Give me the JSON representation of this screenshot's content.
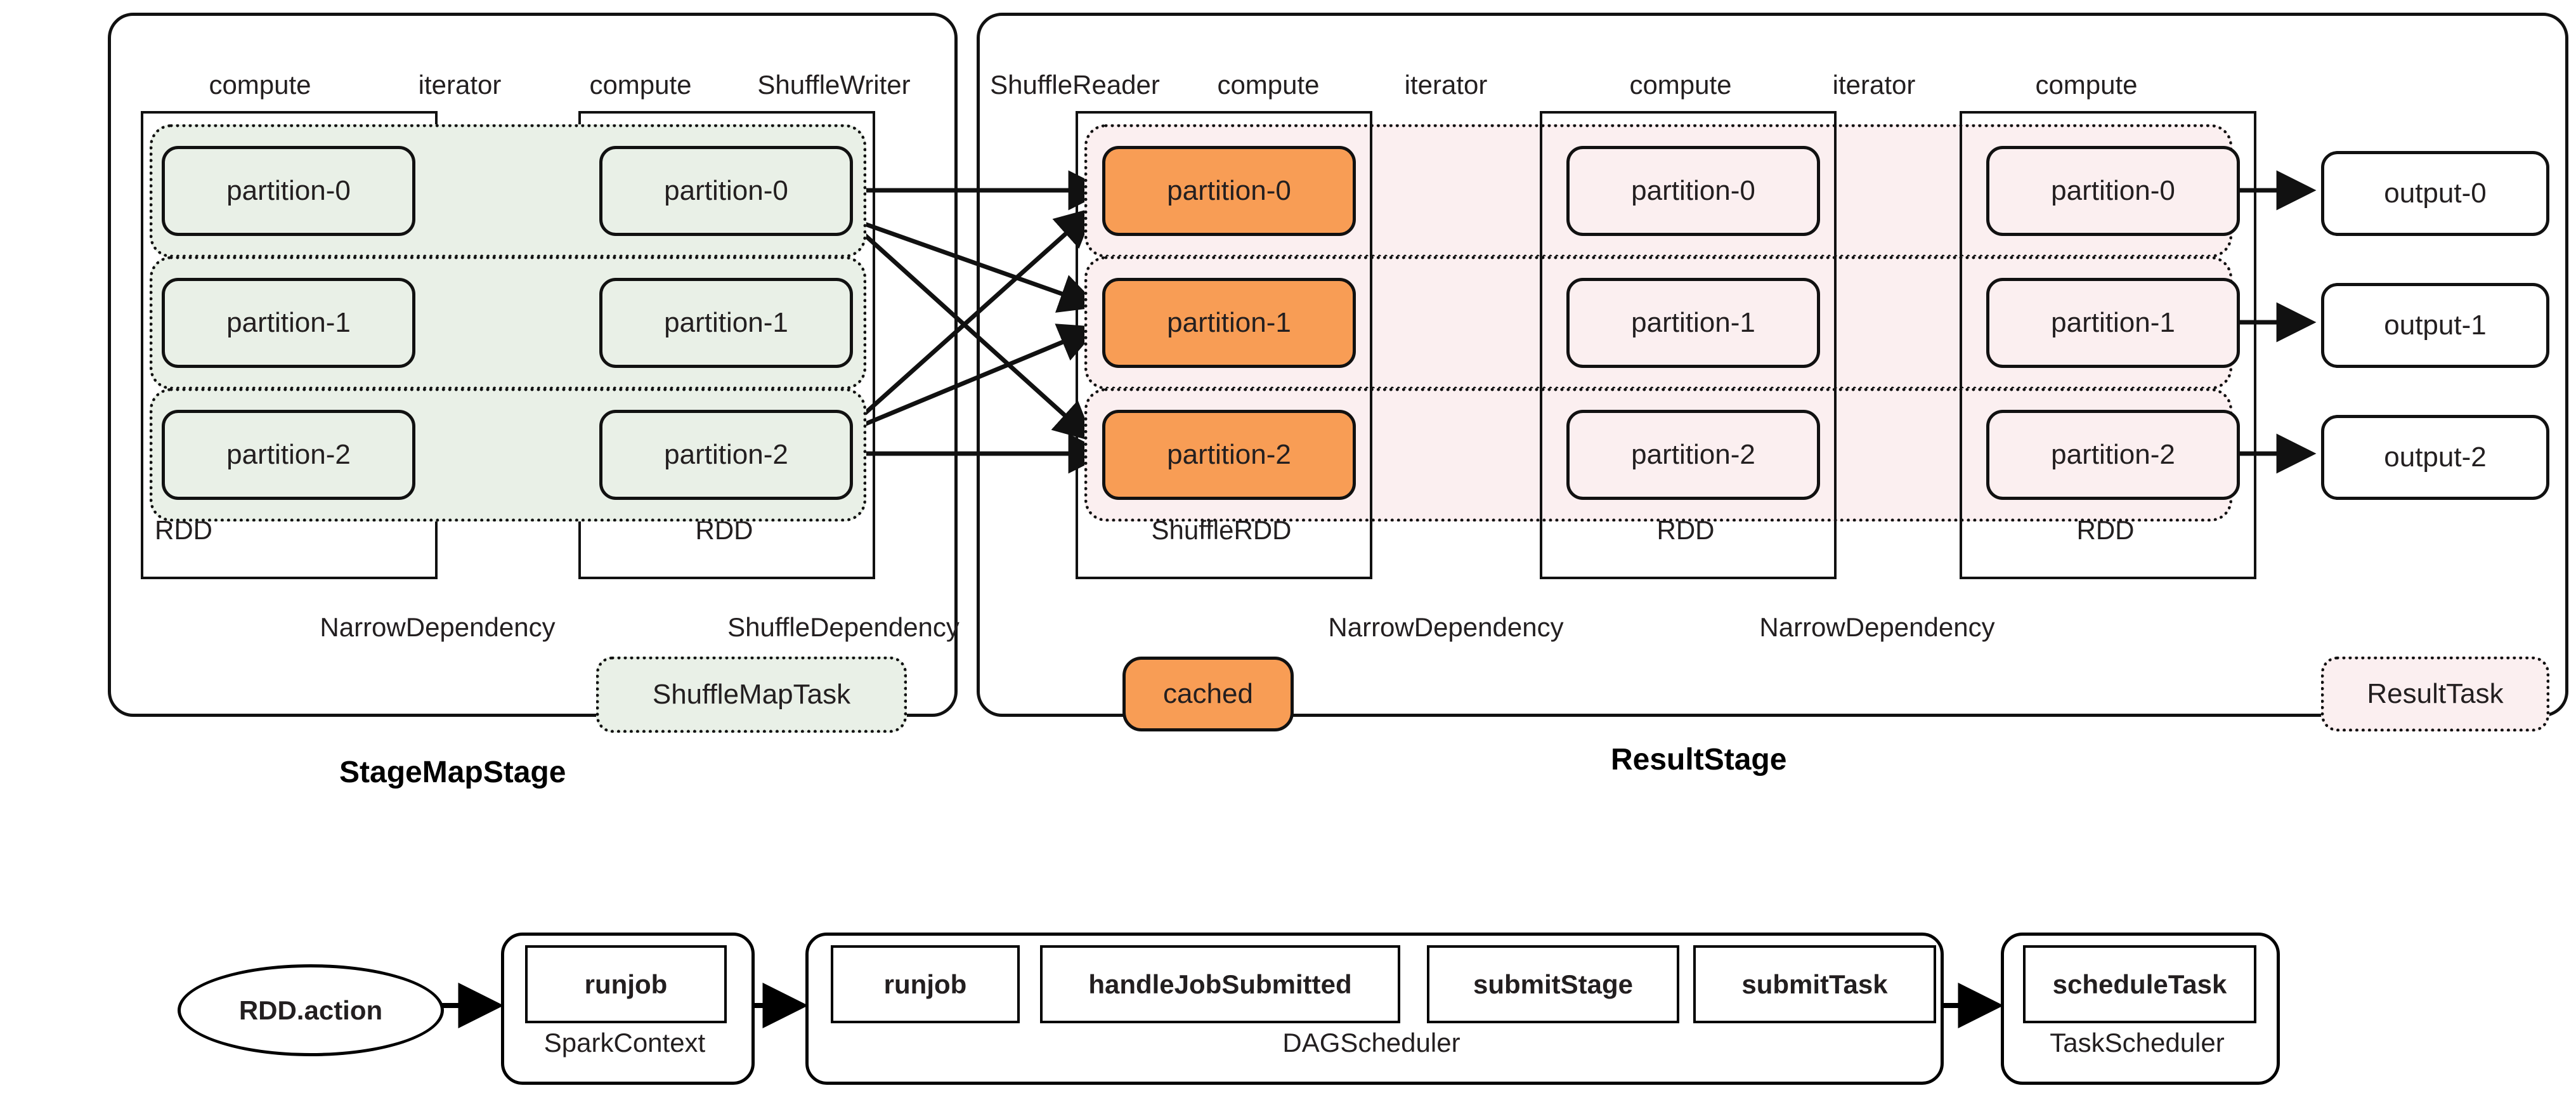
{
  "diagram": {
    "title": "Spark Stage / Task Scheduling Overview",
    "colors": {
      "green_fill": "#e9f0e7",
      "pink_fill": "#fbeff0",
      "orange_fill": "#f89d55",
      "stroke": "#111111",
      "text": "#231f20"
    }
  },
  "stages": [
    {
      "id": "map-stage",
      "caption": "StageMapStage",
      "task_badge": "ShuffleMapTask",
      "column_headers": [
        "compute",
        "iterator",
        "compute",
        "ShuffleWriter"
      ],
      "rdds": [
        {
          "label": "RDD",
          "partitions": [
            "partition-0",
            "partition-1",
            "partition-2"
          ],
          "style": "green"
        },
        {
          "label": "RDD",
          "partitions": [
            "partition-0",
            "partition-1",
            "partition-2"
          ],
          "style": "green"
        }
      ],
      "dependencies": [
        "NarrowDependency",
        "ShuffleDependency"
      ]
    },
    {
      "id": "result-stage",
      "caption": "ResultStage",
      "task_badge": "ResultTask",
      "cached_badge": "cached",
      "column_headers": [
        "ShuffleReader",
        "compute",
        "iterator",
        "compute",
        "iterator",
        "compute"
      ],
      "rdds": [
        {
          "label": "ShuffleRDD",
          "partitions": [
            "partition-0",
            "partition-1",
            "partition-2"
          ],
          "style": "orange"
        },
        {
          "label": "RDD",
          "partitions": [
            "partition-0",
            "partition-1",
            "partition-2"
          ],
          "style": "pink"
        },
        {
          "label": "RDD",
          "partitions": [
            "partition-0",
            "partition-1",
            "partition-2"
          ],
          "style": "pink"
        }
      ],
      "dependencies": [
        "NarrowDependency",
        "NarrowDependency"
      ],
      "outputs": [
        "output-0",
        "output-1",
        "output-2"
      ]
    }
  ],
  "scheduler_flow": {
    "entry": "RDD.action",
    "groups": [
      {
        "name": "SparkContext",
        "methods": [
          "runjob"
        ]
      },
      {
        "name": "DAGScheduler",
        "methods": [
          "runjob",
          "handleJobSubmitted",
          "submitStage",
          "submitTask"
        ]
      },
      {
        "name": "TaskScheduler",
        "methods": [
          "scheduleTask"
        ]
      }
    ]
  }
}
